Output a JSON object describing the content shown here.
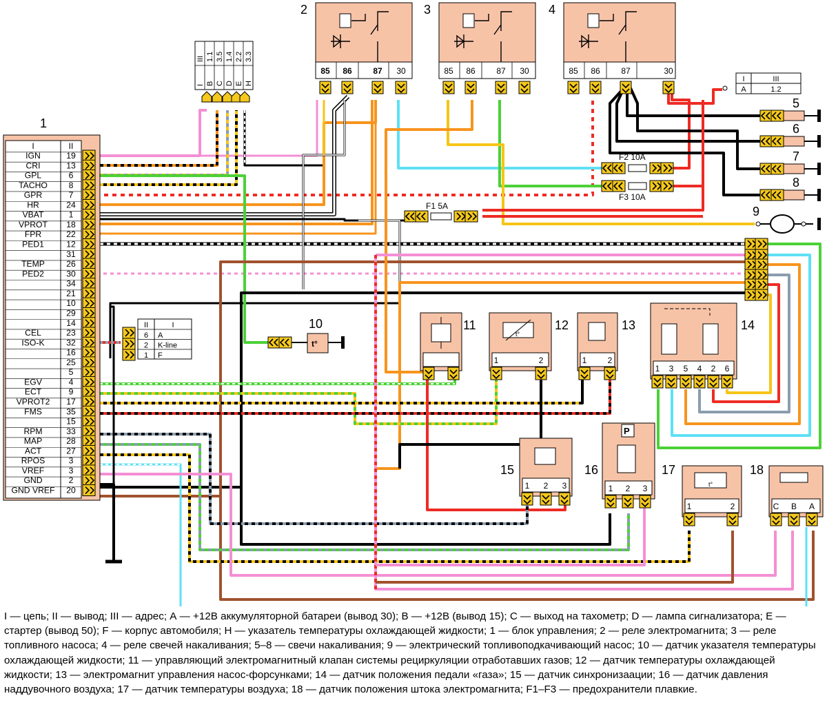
{
  "colors": {
    "wire_pink": "#f48fd4",
    "wire_orange": "#f7941d",
    "wire_red": "#ee2b24",
    "wire_yellow": "#f5c518",
    "wire_green": "#4cd137",
    "wire_cyan": "#5ee0f5",
    "wire_black": "#000000",
    "wire_grey": "#8a9db0",
    "wire_brown": "#a0522d",
    "relay_fill": "#f7c3a7",
    "connector": "#f4c81c"
  },
  "ecu": {
    "number": "1",
    "header_col1": "I",
    "header_col2": "II",
    "pins": [
      {
        "name": "IGN",
        "pin": "19"
      },
      {
        "name": "CRI",
        "pin": "13"
      },
      {
        "name": "GPL",
        "pin": "6"
      },
      {
        "name": "TACHO",
        "pin": "8"
      },
      {
        "name": "GPR",
        "pin": "7"
      },
      {
        "name": "HR",
        "pin": "24"
      },
      {
        "name": "VBAT",
        "pin": "1"
      },
      {
        "name": "VPROT",
        "pin": "18"
      },
      {
        "name": "FPR",
        "pin": "22"
      },
      {
        "name": "PED1",
        "pin": "12"
      },
      {
        "name": "",
        "pin": "31"
      },
      {
        "name": "TEMP",
        "pin": "26"
      },
      {
        "name": "PED2",
        "pin": "30"
      },
      {
        "name": "",
        "pin": "34"
      },
      {
        "name": "",
        "pin": "21"
      },
      {
        "name": "",
        "pin": "10"
      },
      {
        "name": "",
        "pin": "29"
      },
      {
        "name": "",
        "pin": "14"
      },
      {
        "name": "CEL",
        "pin": "23"
      },
      {
        "name": "ISO-K",
        "pin": "32"
      },
      {
        "name": "",
        "pin": "16"
      },
      {
        "name": "",
        "pin": "25"
      },
      {
        "name": "",
        "pin": "5"
      },
      {
        "name": "EGV",
        "pin": "4"
      },
      {
        "name": "ECT",
        "pin": "9"
      },
      {
        "name": "VPROT2",
        "pin": "17"
      },
      {
        "name": "FMS",
        "pin": "35"
      },
      {
        "name": "",
        "pin": "15"
      },
      {
        "name": "RPM",
        "pin": "33"
      },
      {
        "name": "MAP",
        "pin": "28"
      },
      {
        "name": "ACT",
        "pin": "27"
      },
      {
        "name": "RPOS",
        "pin": "3"
      },
      {
        "name": "VREF",
        "pin": "3"
      },
      {
        "name": "GND",
        "pin": "2"
      },
      {
        "name": "GND VREF",
        "pin": "20"
      }
    ]
  },
  "top_connector": {
    "headers": [
      "I",
      "III"
    ],
    "rows": [
      [
        "B",
        "1.1"
      ],
      [
        "C",
        "3.5"
      ],
      [
        "D",
        "1.4"
      ],
      [
        "E",
        "2.2"
      ],
      [
        "H",
        "3.3"
      ]
    ]
  },
  "relays": [
    {
      "number": "2",
      "pins": [
        "85",
        "86",
        "87",
        "30"
      ]
    },
    {
      "number": "3",
      "pins": [
        "85",
        "86",
        "87",
        "30"
      ]
    },
    {
      "number": "4",
      "pins": [
        "85",
        "86",
        "87",
        "30"
      ]
    }
  ],
  "battery_table": {
    "headers": [
      "I",
      "III"
    ],
    "row": [
      "A",
      "1.2"
    ]
  },
  "diag_table": {
    "headers": [
      "II",
      "I"
    ],
    "rows": [
      [
        "6",
        "A"
      ],
      [
        "2",
        "K-line"
      ],
      [
        "1",
        "F"
      ]
    ]
  },
  "fuses": [
    {
      "label": "F1 5A"
    },
    {
      "label": "F2 10A"
    },
    {
      "label": "F3 10A"
    }
  ],
  "components": {
    "glow_plugs": [
      "5",
      "6",
      "7",
      "8"
    ],
    "pump": "9",
    "temp_gauge_sensor": "10",
    "temp_symbol": "t°",
    "c11": "11",
    "c12": {
      "number": "12",
      "pins": [
        "1",
        "2"
      ]
    },
    "c13": {
      "number": "13",
      "pins": [
        "1",
        "2"
      ]
    },
    "c14": {
      "number": "14",
      "pins": [
        "1",
        "3",
        "5",
        "4",
        "2",
        "6"
      ]
    },
    "c15": {
      "number": "15",
      "pins": [
        "1",
        "2",
        "3"
      ]
    },
    "c16": {
      "number": "16",
      "pins": [
        "1",
        "2",
        "3"
      ],
      "letter": "P"
    },
    "c17": {
      "number": "17",
      "pins": [
        "1",
        "2"
      ]
    },
    "c18": {
      "number": "18",
      "pins": [
        "C",
        "B",
        "A"
      ]
    }
  },
  "caption": "I — цепь; II — вывод; III — адрес; А — +12В аккумуляторной батареи (вывод 30); В — +12В (вывод 15); С — выход на тахометр; D — лампа сигнализатора; Е — стартер (вывод 50); F — корпус автомобиля; Н — указатель температуры охлаждающей жидкости; 1 — блок управления; 2 — реле электромагнита; 3 — реле топливного насоса; 4 — реле свечей накаливания; 5–8 — свечи накаливания; 9 — электрический топливоподкачивающий насос; 10 — датчик указателя температуры охлаждающей жидкости; 11 — управляющий электромагнитный клапан системы рециркуляции отработавших газов; 12 — датчик температуры охлаждающей жидкости; 13 — электромагнит управления насос-форсунками; 14 — датчик положения педали «газа»; 15 — датчик синхронизаации; 16 — датчик давления наддувочного воздуха; 17 — датчик температуры воздуха; 18 — датчик положения штока электромагнита; F1–F3 — предохранители плавкие."
}
